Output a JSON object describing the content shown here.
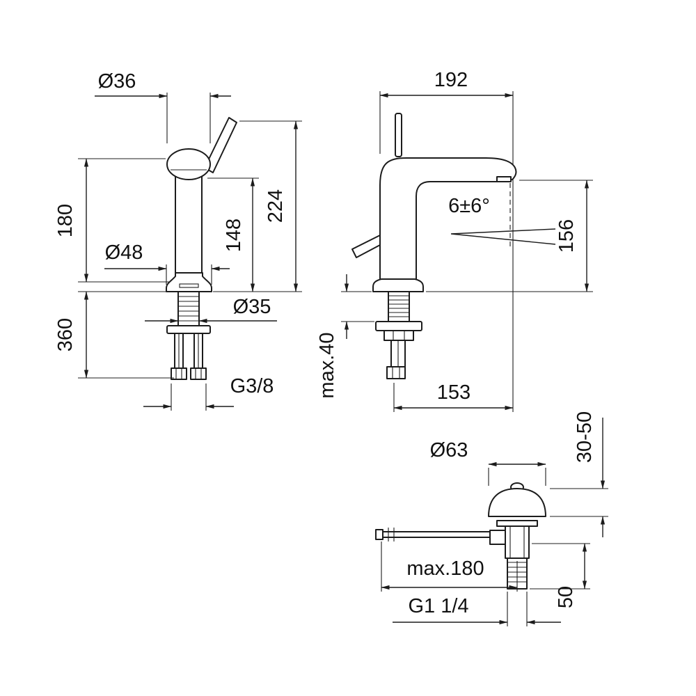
{
  "drawing": {
    "front": {
      "head_diameter": "Ø36",
      "total_height": "224",
      "body_height": "180",
      "spout_height": "148",
      "base_diameter": "Ø48",
      "shank_diameter": "Ø35",
      "hose_length": "360",
      "thread": "G3/8"
    },
    "side": {
      "width": "192",
      "angle": "6±6°",
      "outlet_height": "156",
      "max_deck": "max.40",
      "reach": "153"
    },
    "drain": {
      "plug_diameter": "Ø63",
      "deck_range": "30-50",
      "rod_max": "max.180",
      "tail_height": "50",
      "thread": "G1 1/4"
    }
  }
}
